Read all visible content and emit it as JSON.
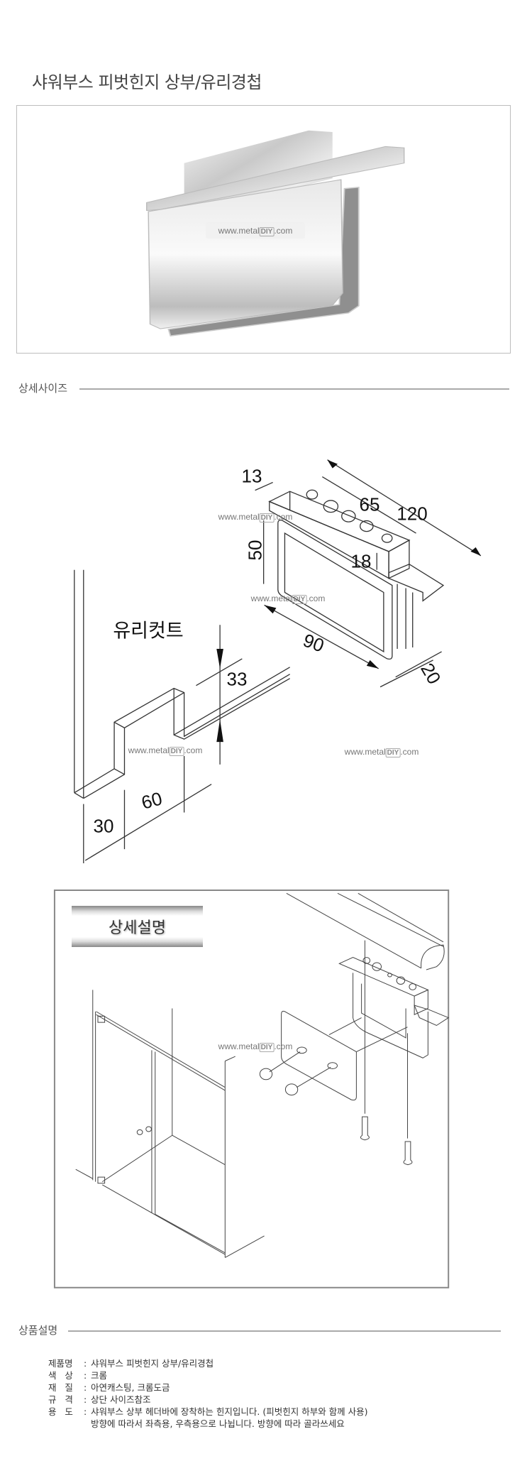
{
  "page_title": "샤워부스 피벗힌지 상부/유리경첩",
  "watermark": {
    "prefix": "www.metal",
    "logo": "DIY",
    "suffix": ".com"
  },
  "sections": {
    "size": "상세사이즈",
    "detail": "상세설명",
    "product": "상품설명"
  },
  "dimensions": {
    "d13": "13",
    "d65": "65",
    "d120": "120",
    "d50": "50",
    "d18": "18",
    "d90": "90",
    "d20": "20",
    "glass_cut": "유리컷트",
    "d33": "33",
    "d30": "30",
    "d60": "60"
  },
  "product_info": [
    {
      "label": "제품명",
      "value": "샤워부스 피벗힌지 상부/유리경첩"
    },
    {
      "label": "색   상",
      "value": "크롬"
    },
    {
      "label": "재   질",
      "value": "아연캐스팅, 크롬도금"
    },
    {
      "label": "규   격",
      "value": "상단 사이즈참조"
    },
    {
      "label": "용   도",
      "value": "샤워부스 상부 헤더바에 장착하는 힌지입니다. (피벗힌지 하부와 함께 사용)"
    }
  ],
  "product_info_continuation": "방향에 따라서 좌측용, 우측용으로 나뉩니다. 방향에 따라 골라쓰세요",
  "colors": {
    "line": "#aaaaaa",
    "chrome": "#d8d8d8"
  }
}
